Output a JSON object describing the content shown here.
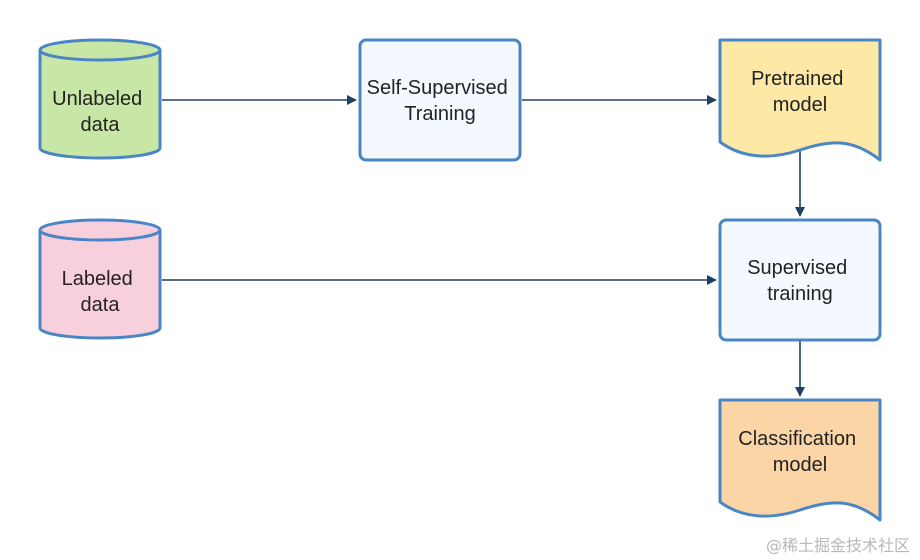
{
  "nodes": {
    "unlabeled_data": {
      "line1": "Unlabeled",
      "line2": "data",
      "fill": "#c8e6a5"
    },
    "labeled_data": {
      "line1": "Labeled",
      "line2": "data",
      "fill": "#f8cfdc"
    },
    "self_supervised": {
      "line1": "Self-Supervised",
      "line2": "Training",
      "fill": "#f3f9ff"
    },
    "pretrained_model": {
      "line1": "Pretrained",
      "line2": "model",
      "fill": "#fde8a6"
    },
    "supervised_training": {
      "line1": "Supervised",
      "line2": "training",
      "fill": "#f3f9ff"
    },
    "classification_model": {
      "line1": "Classification",
      "line2": "model",
      "fill": "#fbd5a5"
    }
  },
  "colors": {
    "stroke": "#4a86c5",
    "arrow": "#1f4163"
  },
  "watermark": "@稀土掘金技术社区"
}
